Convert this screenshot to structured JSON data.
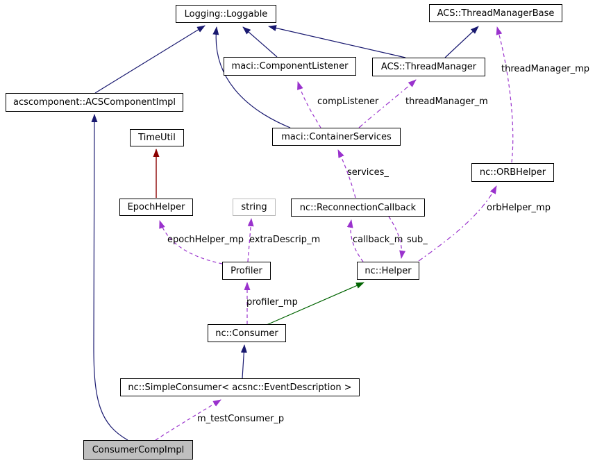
{
  "diagram": {
    "kind": "collaboration-graph",
    "colors": {
      "inheritance": "#191970",
      "protected_inheritance": "#006400",
      "private_inheritance": "#8b0000",
      "usage": "#9a32cd",
      "node_border": "#000000",
      "undocumented_node_border": "#b9b9b9",
      "current_node_fill": "#bfbfbf",
      "background": "#ffffff"
    },
    "nodes": [
      {
        "label": "Logging::Loggable"
      },
      {
        "label": "ACS::ThreadManagerBase"
      },
      {
        "label": "maci::ComponentListener"
      },
      {
        "label": "ACS::ThreadManager"
      },
      {
        "label": "acscomponent::ACSComponentImpl"
      },
      {
        "label": "maci::ContainerServices"
      },
      {
        "label": "TimeUtil"
      },
      {
        "label": "nc::ORBHelper"
      },
      {
        "label": "EpochHelper"
      },
      {
        "label": "string"
      },
      {
        "label": "nc::ReconnectionCallback"
      },
      {
        "label": "Profiler"
      },
      {
        "label": "nc::Helper"
      },
      {
        "label": "nc::Consumer"
      },
      {
        "label": "nc::SimpleConsumer< acsnc::EventDescription >"
      },
      {
        "label": "ConsumerCompImpl"
      }
    ],
    "edge_labels": [
      {
        "text": "threadManager_mp"
      },
      {
        "text": "compListener"
      },
      {
        "text": "threadManager_m"
      },
      {
        "text": "services_"
      },
      {
        "text": "orbHelper_mp"
      },
      {
        "text": "epochHelper_mp"
      },
      {
        "text": "extraDescrip_m"
      },
      {
        "text": "callback_m"
      },
      {
        "text": "sub_"
      },
      {
        "text": "profiler_mp"
      },
      {
        "text": "m_testConsumer_p"
      }
    ],
    "edges": [
      {
        "from": "acscomponent::ACSComponentImpl",
        "to": "Logging::Loggable",
        "type": "inheritance"
      },
      {
        "from": "maci::ContainerServices",
        "to": "Logging::Loggable",
        "type": "inheritance"
      },
      {
        "from": "maci::ComponentListener",
        "to": "Logging::Loggable",
        "type": "inheritance"
      },
      {
        "from": "ACS::ThreadManager",
        "to": "Logging::Loggable",
        "type": "inheritance"
      },
      {
        "from": "ACS::ThreadManager",
        "to": "ACS::ThreadManagerBase",
        "type": "inheritance"
      },
      {
        "from": "nc::SimpleConsumer< acsnc::EventDescription >",
        "to": "nc::Consumer",
        "type": "inheritance"
      },
      {
        "from": "ConsumerCompImpl",
        "to": "acscomponent::ACSComponentImpl",
        "type": "inheritance"
      },
      {
        "from": "nc::Consumer",
        "to": "nc::Helper",
        "type": "protected-inheritance"
      },
      {
        "from": "EpochHelper",
        "to": "TimeUtil",
        "type": "private-inheritance"
      },
      {
        "from": "maci::ContainerServices",
        "to": "maci::ComponentListener",
        "type": "usage",
        "label": "compListener"
      },
      {
        "from": "maci::ContainerServices",
        "to": "ACS::ThreadManager",
        "type": "usage",
        "label": "threadManager_m"
      },
      {
        "from": "nc::ReconnectionCallback",
        "to": "maci::ContainerServices",
        "type": "usage",
        "label": "services_"
      },
      {
        "from": "nc::ORBHelper",
        "to": "ACS::ThreadManagerBase",
        "type": "usage",
        "label": "threadManager_mp"
      },
      {
        "from": "nc::Helper",
        "to": "nc::ORBHelper",
        "type": "usage",
        "label": "orbHelper_mp"
      },
      {
        "from": "nc::Helper",
        "to": "nc::ReconnectionCallback",
        "type": "usage",
        "label": "callback_m"
      },
      {
        "from": "nc::ReconnectionCallback",
        "to": "nc::Helper",
        "type": "usage",
        "label": "sub_"
      },
      {
        "from": "nc::Consumer",
        "to": "Profiler",
        "type": "usage",
        "label": "profiler_mp"
      },
      {
        "from": "Profiler",
        "to": "string",
        "type": "usage",
        "label": "extraDescrip_m"
      },
      {
        "from": "Profiler",
        "to": "EpochHelper",
        "type": "usage",
        "label": "epochHelper_mp"
      },
      {
        "from": "ConsumerCompImpl",
        "to": "nc::SimpleConsumer< acsnc::EventDescription >",
        "type": "usage",
        "label": "m_testConsumer_p"
      }
    ]
  }
}
